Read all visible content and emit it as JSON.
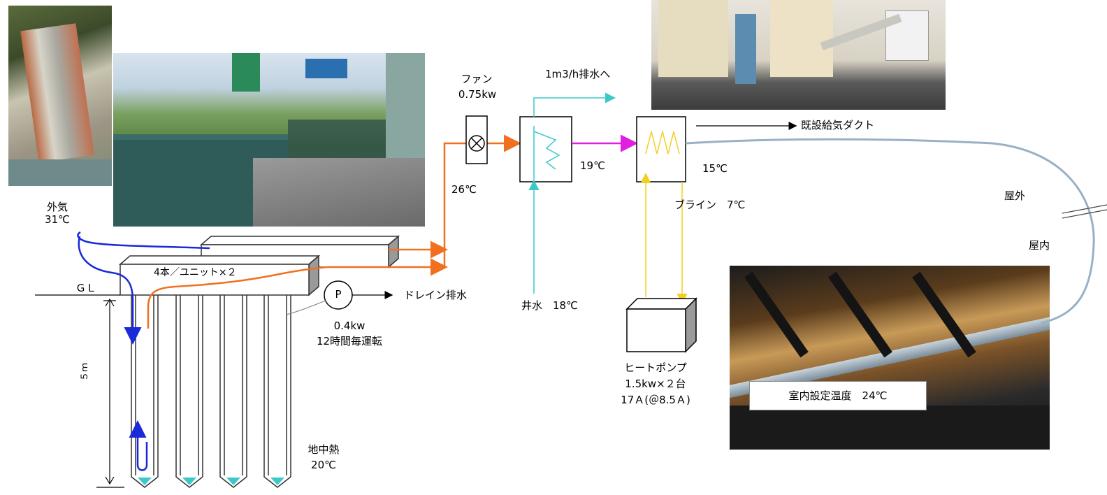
{
  "labels": {
    "outside_air": "外気",
    "outside_air_temp": "31℃",
    "unit_box": "4本／ユニット×２",
    "gl": "ＧＬ",
    "depth": "５ｍ",
    "pump": "P",
    "drain": "ドレイン排水",
    "pump_power": "0.4kw",
    "pump_schedule": "12時間毎運転",
    "ground_heat": "地中熱",
    "ground_heat_temp": "20℃",
    "fan": "ファン",
    "fan_power": "0.75kw",
    "temp_after_pipe": "26℃",
    "drain_rate": "1m3/h排水へ",
    "temp_after_well": "19℃",
    "well_water": "井水　18℃",
    "temp_after_coil": "15℃",
    "brine": "ブライン　7℃",
    "existing_duct": "既設給気ダクト",
    "outdoor": "屋外",
    "indoor": "屋内",
    "heat_pump": "ヒートポンプ",
    "heat_pump_power": "1.5kw×２台",
    "heat_pump_current": "17Ａ(＠8.5Ａ)",
    "room_setpoint": "室内設定温度　24℃"
  },
  "colors": {
    "air_in": "#1a2ad8",
    "warm_air": "#f07020",
    "water": "#3cc8c8",
    "post_water_air": "#e020e0",
    "brine": "#f0d020",
    "duct": "#9ab0c4"
  },
  "photos": {
    "trench": "trench-photo",
    "site": "site-photo",
    "equipment": "equipment-photo",
    "interior": "interior-photo"
  }
}
